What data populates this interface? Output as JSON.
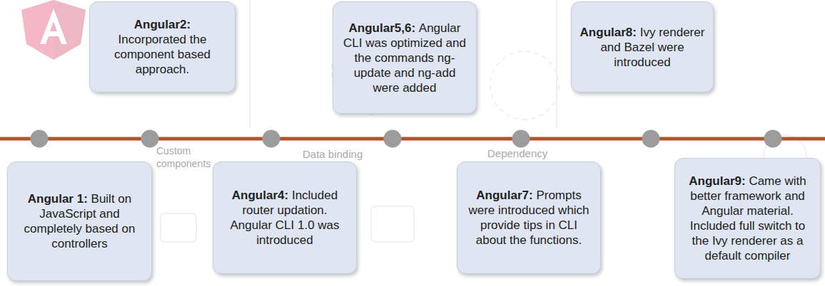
{
  "diagram": {
    "nodes": [
      {
        "text": [
          "Angular 1:",
          "Built on JavaScript and completely based on controllers"
        ]
      },
      {
        "text": [
          "Angular2:",
          "Incorporated the component based approach."
        ]
      },
      {
        "text": [
          "Angular4:",
          "Included router updation. Angular CLI 1.0 was introduced"
        ]
      },
      {
        "text": [
          "Angular5,6:",
          "Angular CLI was optimized and the commands ng-update and ng-add were added"
        ]
      },
      {
        "text": [
          "Angular7:",
          "Prompts were introduced which provide tips in CLI about the functions."
        ]
      },
      {
        "text": [
          "Angular8:",
          "Ivy renderer and Bazel were introduced"
        ]
      },
      {
        "text": [
          "Angular9:",
          "Came with better framework and Angular material. Included full switch to the Ivy renderer as a default compiler"
        ]
      }
    ],
    "labels": [
      "Custom components",
      "Data binding",
      "Dependency"
    ]
  }
}
